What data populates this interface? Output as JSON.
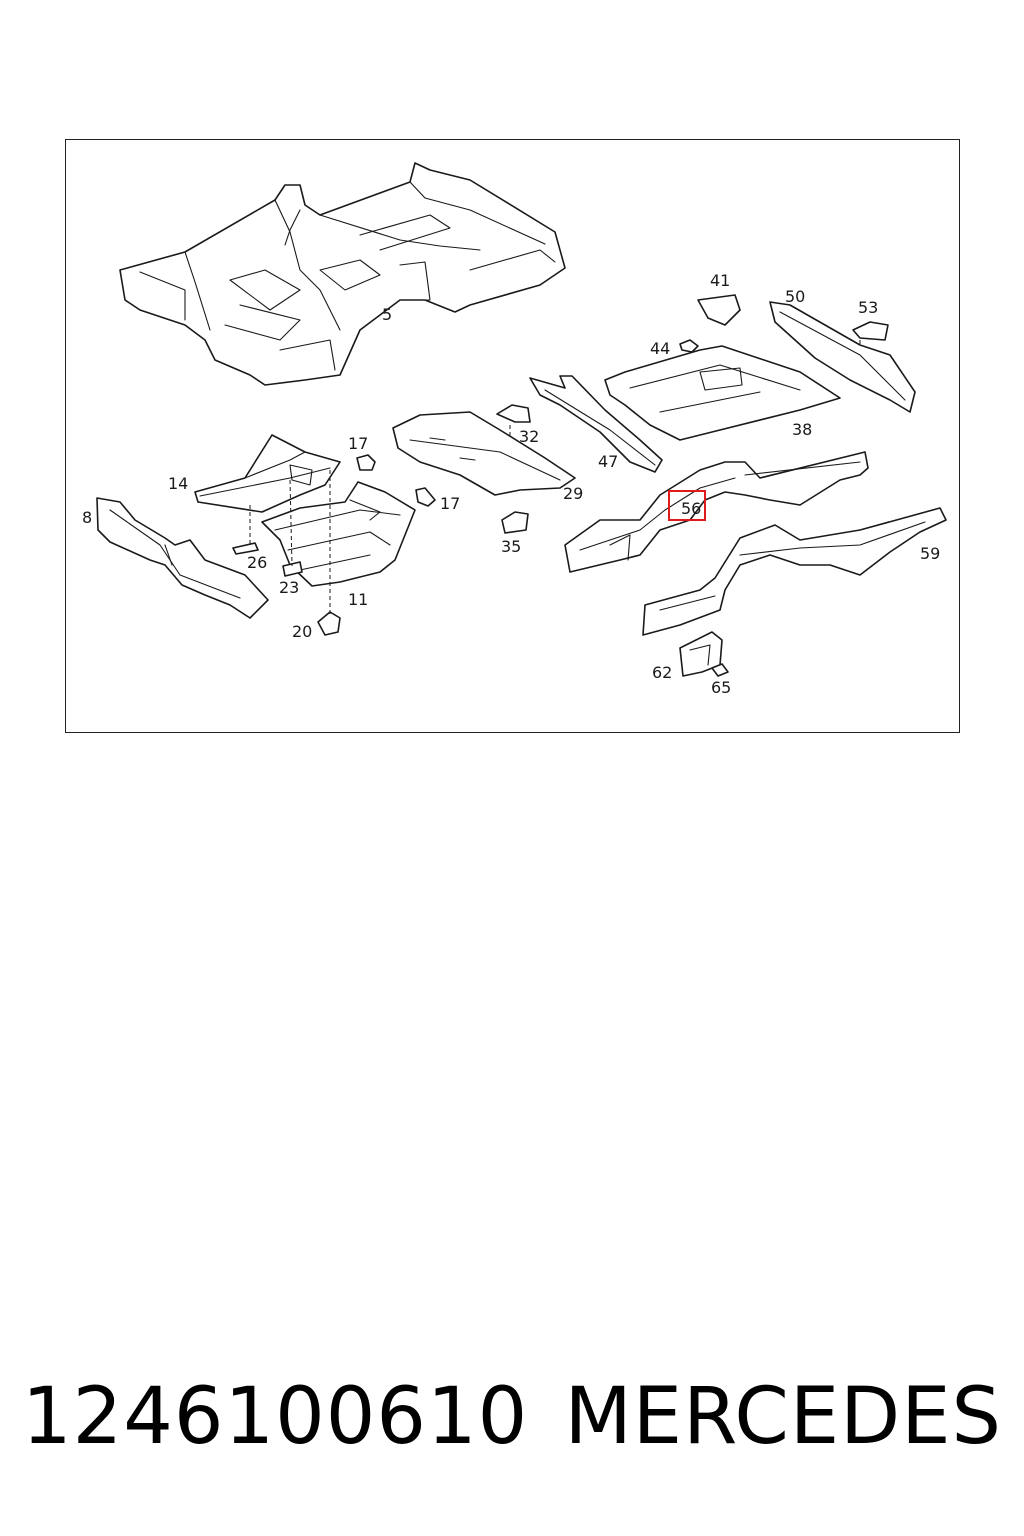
{
  "diagram": {
    "callouts": {
      "c5": "5",
      "c8": "8",
      "c11": "11",
      "c14": "14",
      "c17a": "17",
      "c17b": "17",
      "c20": "20",
      "c23": "23",
      "c26": "26",
      "c29": "29",
      "c32": "32",
      "c35": "35",
      "c38": "38",
      "c41": "41",
      "c44": "44",
      "c47": "47",
      "c50": "50",
      "c53": "53",
      "c56": "56",
      "c59": "59",
      "c62": "62",
      "c65": "65"
    },
    "highlighted_callout": "56",
    "highlight_color": "#e0191b"
  },
  "footer": {
    "part_number": "1246100610",
    "brand": "MERCEDES"
  }
}
